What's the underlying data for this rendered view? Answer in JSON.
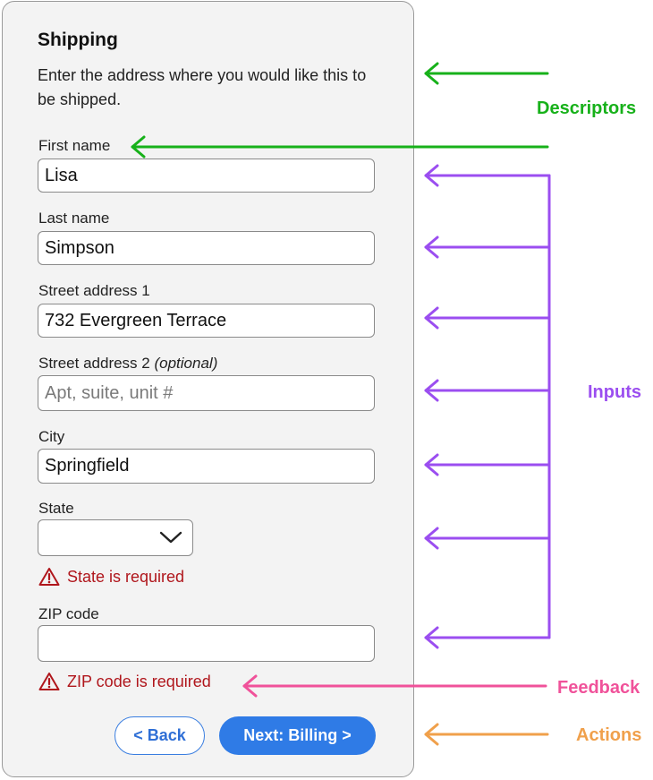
{
  "form": {
    "title": "Shipping",
    "description": "Enter the address where you would like this to be shipped.",
    "first_name": {
      "label": "First name",
      "value": "Lisa"
    },
    "last_name": {
      "label": "Last name",
      "value": "Simpson"
    },
    "street1": {
      "label": "Street address 1",
      "value": "732 Evergreen Terrace"
    },
    "street2": {
      "label": "Street address 2",
      "optional": "(optional)",
      "value": "",
      "placeholder": "Apt, suite, unit #"
    },
    "city": {
      "label": "City",
      "value": "Springfield"
    },
    "state": {
      "label": "State",
      "value": "",
      "error": "State is required"
    },
    "zip": {
      "label": "ZIP code",
      "value": "",
      "error": "ZIP code is required"
    },
    "back_label": "< Back",
    "next_label": "Next: Billing >"
  },
  "annotations": {
    "descriptors": "Descriptors",
    "inputs": "Inputs",
    "feedback": "Feedback",
    "actions": "Actions"
  },
  "colors": {
    "descriptors": "#17b11a",
    "inputs": "#9b4ef0",
    "feedback": "#f0529a",
    "actions": "#f0a04b",
    "error": "#b0161c",
    "primary": "#2f7be6"
  },
  "icons": [
    "warning-icon",
    "chevron-down-icon",
    "arrow-left-icon"
  ]
}
